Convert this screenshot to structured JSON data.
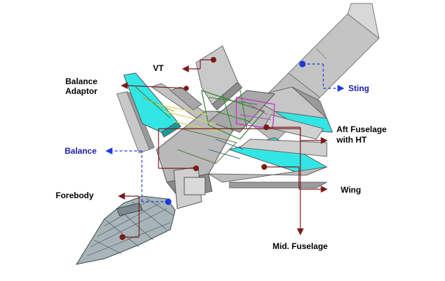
{
  "diagram": {
    "labels": {
      "vt": "VT",
      "balance_adaptor_line1": "Balance",
      "balance_adaptor_line2": "Adaptor",
      "sting": "Sting",
      "aft_fuselage_line1": "Aft Fuselage",
      "aft_fuselage_line2": "with HT",
      "balance": "Balance",
      "wing": "Wing",
      "forebody": "Forebody",
      "mid_fuselage": "Mid. Fuselage"
    },
    "colors": {
      "label_text": "#000000",
      "blue_label_text": "#1a1aa8",
      "leader_red": "#7a1a1a",
      "leader_blue": "#1a3adc",
      "cyan_surface": "#33e6e6",
      "metal_gray": "#b7b7b7",
      "sting_gray": "#c4c4c4",
      "wire_green": "#2a8a2a",
      "wire_magenta": "#c040c0",
      "wire_yellow": "#d8d060",
      "forebody_mesh": "#8a9aa0"
    }
  }
}
